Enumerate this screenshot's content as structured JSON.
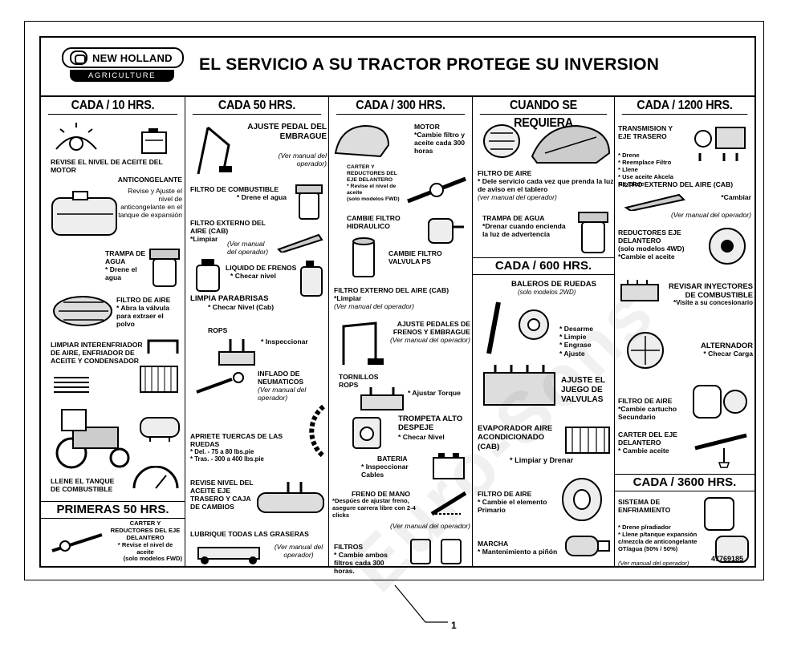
{
  "logo": {
    "name": "NEW HOLLAND",
    "sub": "AGRICULTURE"
  },
  "headline": "EL SERVICIO A SU TRACTOR  PROTEGE SU INVERSION",
  "columns": [
    {
      "head": "CADA / 10 HRS."
    },
    {
      "head": "CADA 50 HRS."
    },
    {
      "head": "CADA / 300 HRS."
    },
    {
      "head": "CUANDO SE REQUIERA"
    },
    {
      "head": "CADA / 1200 HRS."
    }
  ],
  "col1": {
    "i1": "REVISE EL NIVEL DE ACEITE DEL MOTOR",
    "i2t": "ANTICONGELANTE",
    "i2d": "Revise y Ajuste el nivel de anticongelante en el tanque de expansión",
    "i3t": "TRAMPA DE AGUA",
    "i3d": "* Drene el agua",
    "i4t": "FILTRO DE AIRE",
    "i4d": "* Abra la válvula para extraer el polvo",
    "i5": "LIMPIAR INTERENFRIADOR DE AIRE, ENFRIADOR DE ACEITE Y CONDENSADOR",
    "i6": "LLENE EL TANQUE DE COMBUSTIBLE",
    "sub": "PRIMERAS 50 HRS.",
    "i7t": "CARTER Y REDUCTORES DEL EJE DELANTERO",
    "i7d": "* Revise el nivel de aceite",
    "i7n": "(solo modelos FWD)"
  },
  "col2": {
    "i1t": "AJUSTE PEDAL DEL EMBRAGUE",
    "i1n": "(Ver manual del operador)",
    "i2t": "FILTRO DE COMBUSTIBLE",
    "i2d": "* Drene el agua",
    "i3t": "FILTRO EXTERNO DEL AIRE (CAB)",
    "i3d": "*Limpiar",
    "i3n": "(Ver manual del operador)",
    "i4t": "LIQUIDO DE  FRENOS",
    "i4d": "* Checar nivel",
    "i5t": "LIMPIA PARABRISAS",
    "i5d": "* Checar Nivel (Cab)",
    "i6t": "ROPS",
    "i6d": "* Inspeccionar",
    "i7t": "INFLADO DE NEUMATICOS",
    "i7n": "(Ver manual del operador)",
    "i8t": "APRIETE TUERCAS DE LAS RUEDAS",
    "i8d": "* Del. - 75 a 80 lbs.pie",
    "i8e": "* Tras. - 300 a 400 lbs.pie",
    "i9t": "REVISE NIVEL DEL ACEITE EJE TRASERO Y CAJA DE CAMBIOS",
    "i10t": "LUBRIQUE TODAS LAS GRASERAS",
    "i10n": "(Ver manual del operador)"
  },
  "col3": {
    "i1t": "MOTOR",
    "i1d": "*Cambie filtro y aceite cada 300 horas",
    "i2t": "CARTER Y REDUCTORES DEL EJE DELANTERO",
    "i2d": "* Revise el nivel de aceite",
    "i2n": "(solo modelos FWD)",
    "i3t": "CAMBIE FILTRO HIDRAULICO",
    "i4t": "CAMBIE FILTRO VALVULA PS",
    "i5t": "FILTRO EXTERNO DEL AIRE (CAB)",
    "i5d": "*Limpiar",
    "i5n": "(Ver manual del operador)",
    "i6t": "AJUSTE PEDALES DE FRENOS Y EMBRAGUE",
    "i6n": "(Ver manual del operador)",
    "i7t": "TORNILLOS ROPS",
    "i7d": "* Ajustar Torque",
    "i8t": "TROMPETA ALTO DESPEJE",
    "i8d": "* Checar Nivel",
    "i9t": "BATERIA",
    "i9d": "* Inspeccionar Cables",
    "i10t": "FRENO DE MANO",
    "i10d": "*Despúes de ajustar freno, asegure carrera libre con 2-4 clicks",
    "i10n": "(Ver manual del operador)",
    "i11t": "FILTROS",
    "i11d": "* Cambie ambos filtros cada 300 horas."
  },
  "col4": {
    "i1t": "FILTRO DE AIRE",
    "i1d": "* Dele servicio cada vez que prenda la luz de aviso en el tablero",
    "i1n": "(ver manual del operador)",
    "i2t": "TRAMPA DE AGUA",
    "i2d": "*Drenar cuando encienda la luz de advertencia",
    "sub": "CADA / 600 HRS.",
    "i3t": "BALEROS DE RUEDAS",
    "i3n": "(solo modelos 2WD)",
    "i3d": "* Desarme\n* Limpie\n* Engrase\n* Ajuste",
    "i4t": "AJUSTE EL JUEGO DE VALVULAS",
    "i5t": "EVAPORADOR AIRE ACONDICIONADO (CAB)",
    "i5d": "* Limpiar y Drenar",
    "i6t": "FILTRO DE AIRE",
    "i6d": "* Cambie el elemento Primario",
    "i7t": "MARCHA",
    "i7d": "* Mantenimiento a piñón"
  },
  "col5": {
    "i1t": "TRANSMISION Y EJE TRASERO",
    "i1d": "* Drene\n* Reemplace Filtro\n* Llene\n* Use aceite Akcela Nexplore",
    "i2t": "FILTRO EXTERNO DEL AIRE (CAB)",
    "i2d": "*Cambiar",
    "i2n": "(Ver manual del operador)",
    "i3t": "REDUCTORES EJE DELANTERO",
    "i3n": "(solo modelos 4WD)",
    "i3d": "*Cambie el aceite",
    "i4t": "REVISAR INYECTORES DE COMBUSTIBLE",
    "i4d": "*Visite a su concesionario",
    "i5t": "ALTERNADOR",
    "i5d": "* Checar Carga",
    "i6t": "FILTRO DE AIRE",
    "i6d": "*Cambie cartucho Secundario",
    "i7t": "CARTER DEL EJE DELANTERO",
    "i7d": "* Cambie aceite",
    "sub": "CADA / 3600 HRS.",
    "i8t": "SISTEMA DE ENFRIAMIENTO",
    "i8d": "* Drene p/radiador\n* Llene p/tanque expansión c/mezcla de anticongelante OT/agua (50% / 50%)",
    "i8n": "(Ver manual del operador)"
  },
  "part_number": "47769185",
  "callout": "1",
  "watermark": "Euro-Sons"
}
